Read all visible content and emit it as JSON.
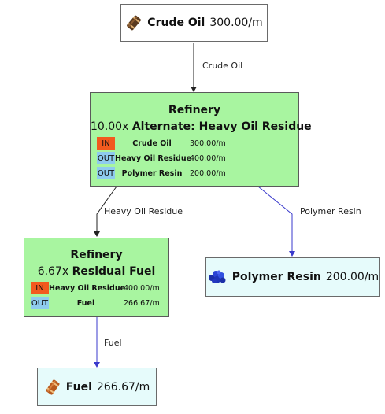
{
  "nodes": {
    "crude_oil": {
      "name": "Crude Oil",
      "rate": "300.00/m"
    },
    "refinery_1": {
      "title": "Refinery",
      "multiplier": "10.00x",
      "recipe": "Alternate: Heavy Oil Residue",
      "io": [
        {
          "tag": "IN",
          "item": "Crude Oil",
          "rate": "300.00/m"
        },
        {
          "tag": "OUT",
          "item": "Heavy Oil Residue",
          "rate": "400.00/m"
        },
        {
          "tag": "OUT",
          "item": "Polymer Resin",
          "rate": "200.00/m"
        }
      ]
    },
    "refinery_2": {
      "title": "Refinery",
      "multiplier": "6.67x",
      "recipe": "Residual Fuel",
      "io": [
        {
          "tag": "IN",
          "item": "Heavy Oil Residue",
          "rate": "400.00/m"
        },
        {
          "tag": "OUT",
          "item": "Fuel",
          "rate": "266.67/m"
        }
      ]
    },
    "polymer_resin": {
      "name": "Polymer Resin",
      "rate": "200.00/m"
    },
    "fuel": {
      "name": "Fuel",
      "rate": "266.67/m"
    }
  },
  "edges": {
    "crude_to_refinery": "Crude Oil",
    "refinery_to_refinery2": "Heavy Oil Residue",
    "refinery_to_polymer": "Polymer Resin",
    "refinery2_to_fuel": "Fuel"
  },
  "colors": {
    "machine_bg": "#a8f5a0",
    "sink_bg": "#e6fbfb",
    "in_tag": "#f25a1e",
    "out_tag": "#8ecbee",
    "edge_dark": "#222222",
    "edge_blue": "#3a3acc"
  },
  "icons": {
    "crude_oil": "oil-barrel-icon",
    "polymer_resin": "polymer-resin-icon",
    "fuel": "fuel-barrel-icon"
  }
}
